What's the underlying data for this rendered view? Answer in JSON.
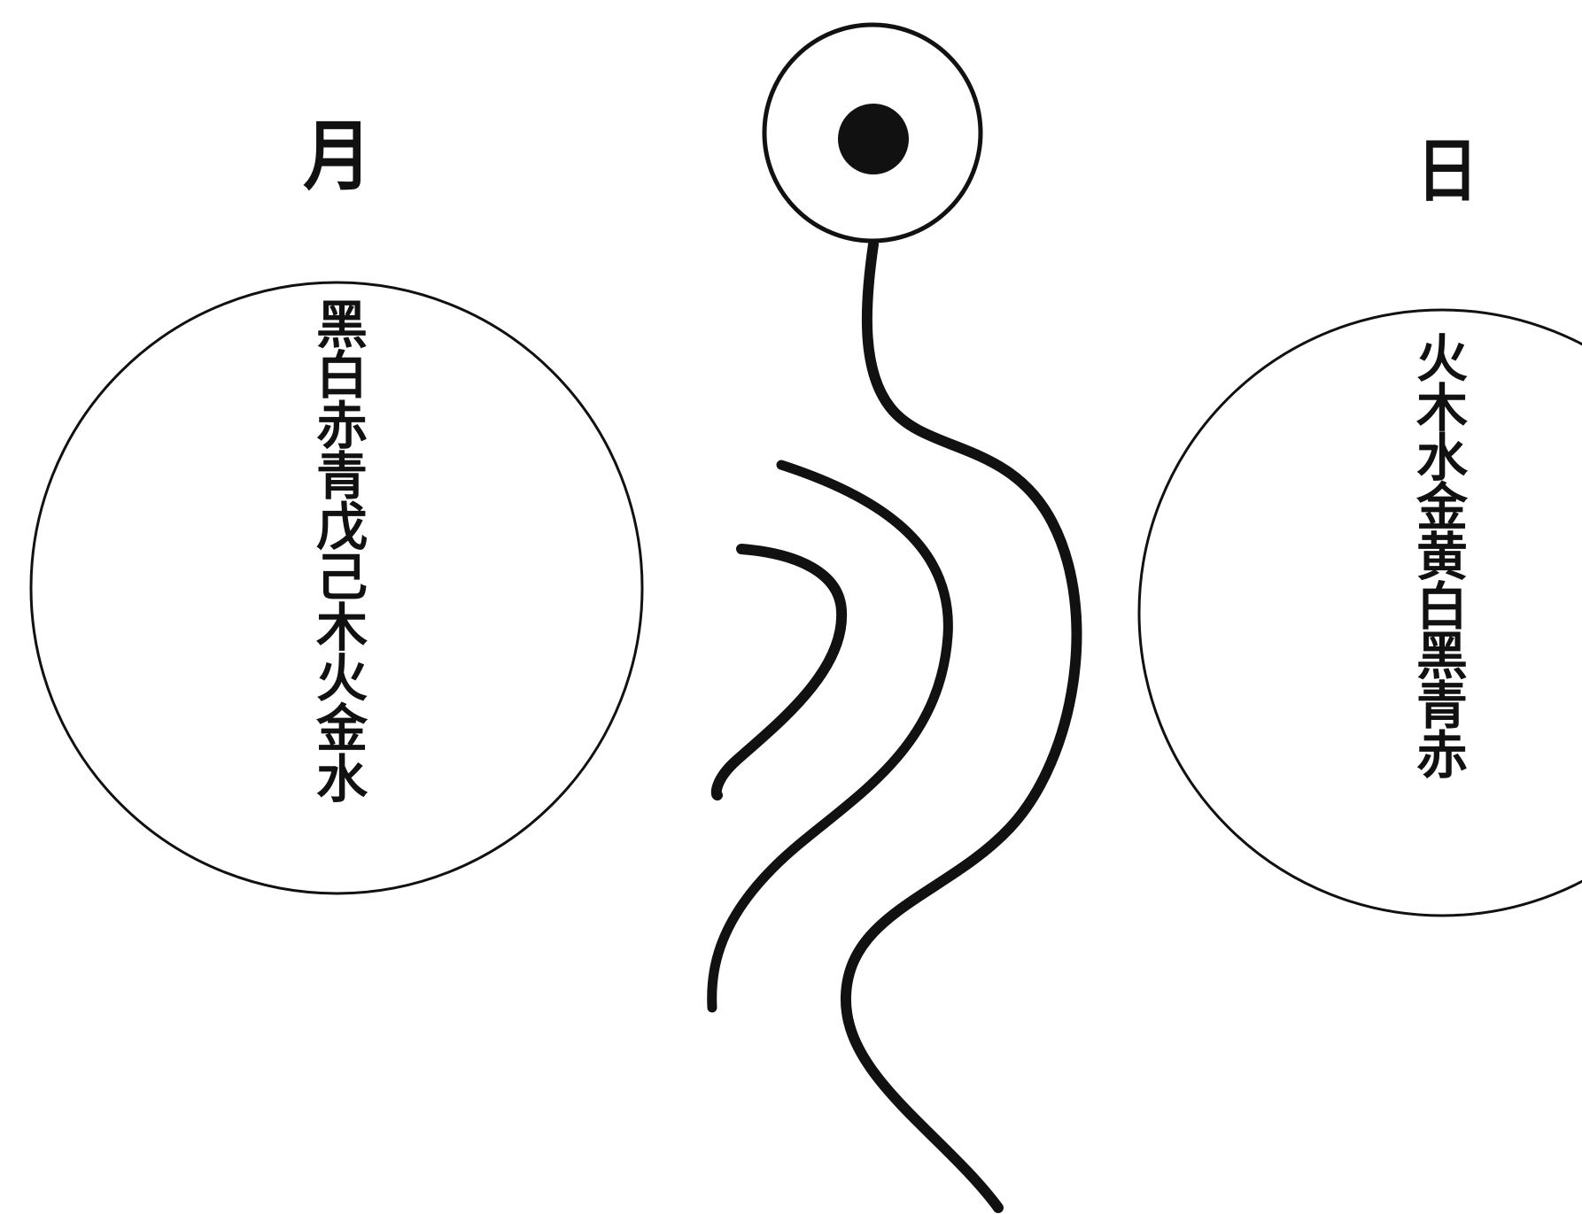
{
  "diagram": {
    "left_title": "月",
    "right_title": "日",
    "left_circle_characters": [
      "黑",
      "白",
      "赤",
      "青",
      "戊",
      "己",
      "木",
      "火",
      "金",
      "水"
    ],
    "right_circle_characters": [
      "火",
      "木",
      "水",
      "金",
      "黄",
      "白",
      "黑",
      "青",
      "赤"
    ],
    "colors": {
      "ink": "#111111",
      "paper": "#ffffff"
    },
    "icons": [
      "sun-disc-icon",
      "river-curve-icon"
    ]
  }
}
